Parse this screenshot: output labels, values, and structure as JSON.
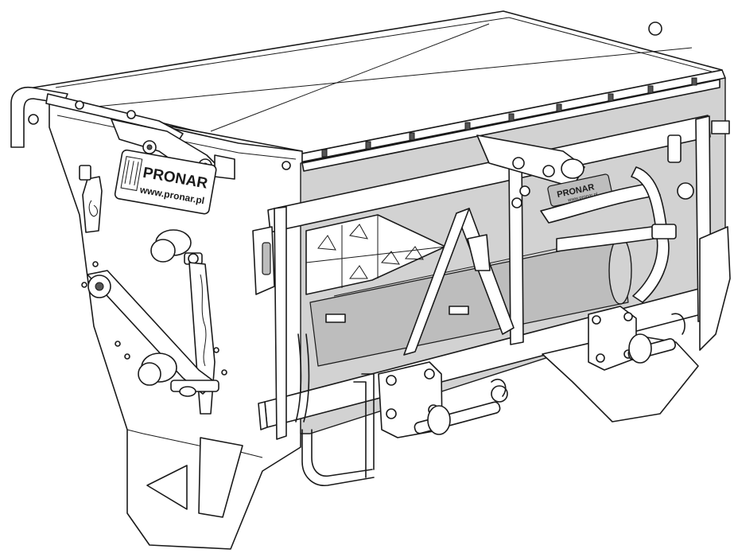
{
  "logo": {
    "brand": "PRONAR",
    "website": "www.pronar.pl",
    "rear_brand": "PRONAR",
    "rear_website": "www.pronar.pl"
  }
}
